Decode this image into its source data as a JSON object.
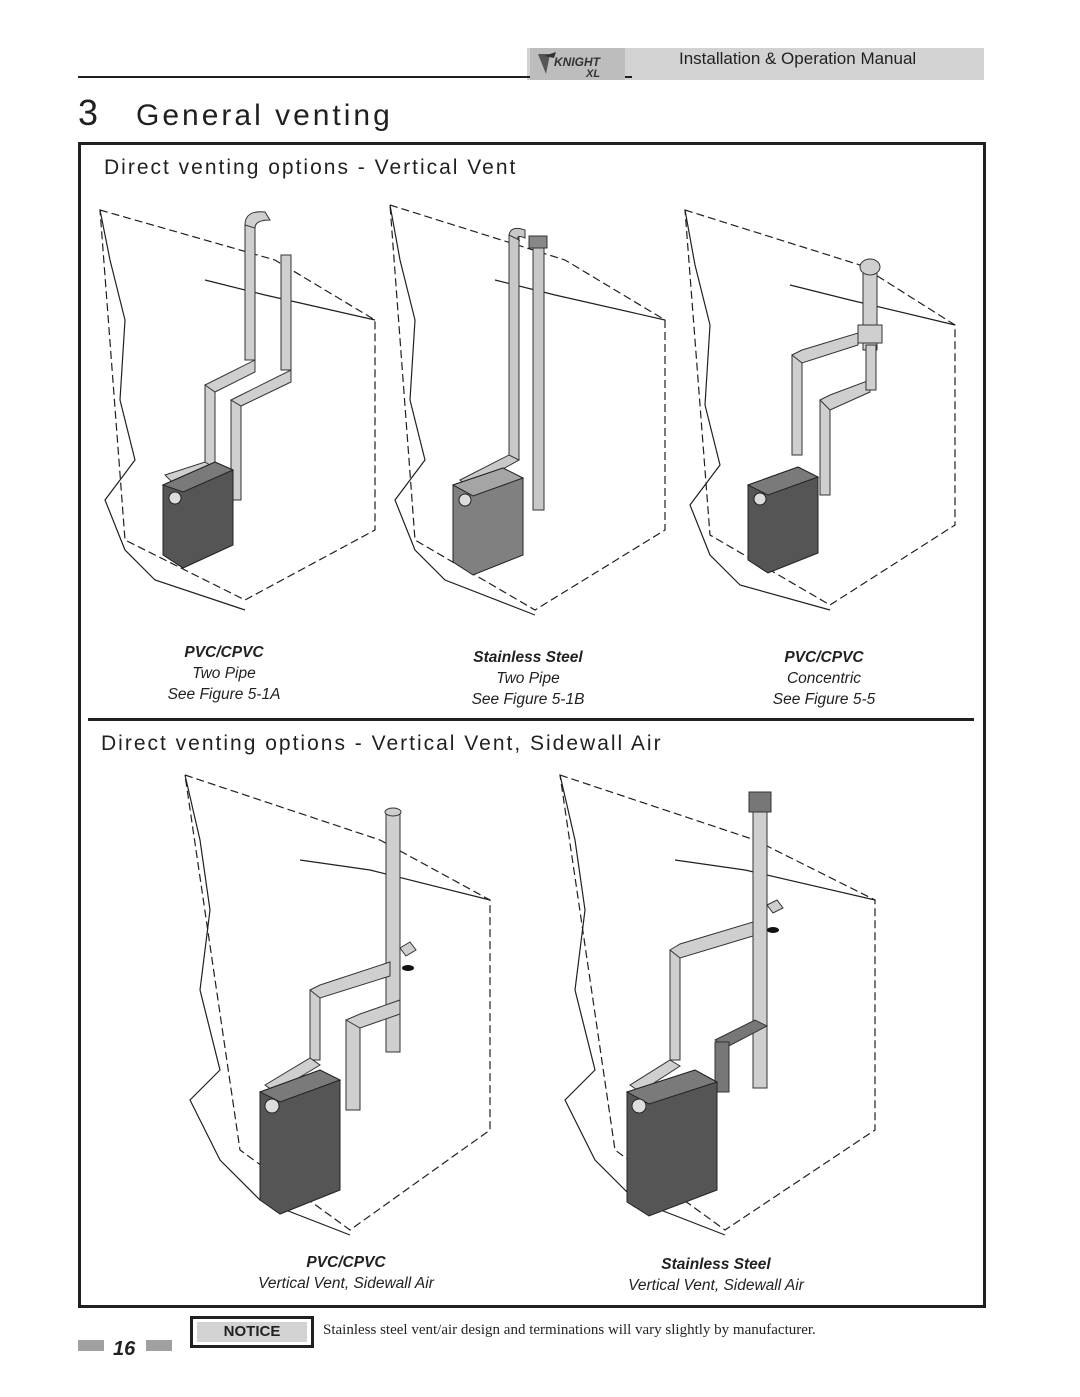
{
  "header": {
    "manual_title": "Installation & Operation Manual",
    "logo_text": "KNIGHT XL"
  },
  "chapter": {
    "number": "3",
    "title": "General venting"
  },
  "section1": {
    "title": "Direct venting options - Vertical Vent",
    "diagrams": [
      {
        "material": "PVC/CPVC",
        "type": "Two Pipe",
        "reference": "See Figure 5-1A"
      },
      {
        "material": "Stainless Steel",
        "type": "Two Pipe",
        "reference": "See Figure 5-1B"
      },
      {
        "material": "PVC/CPVC",
        "type": "Concentric",
        "reference": "See Figure 5-5"
      }
    ]
  },
  "section2": {
    "title": "Direct venting options - Vertical Vent, Sidewall Air",
    "diagrams": [
      {
        "material": "PVC/CPVC",
        "type": "Vertical Vent, Sidewall Air"
      },
      {
        "material": "Stainless Steel",
        "type": "Vertical Vent, Sidewall Air"
      }
    ]
  },
  "notice": {
    "label": "NOTICE",
    "text": "Stainless steel vent/air design and terminations will vary slightly by manufacturer."
  },
  "page_number": "16"
}
